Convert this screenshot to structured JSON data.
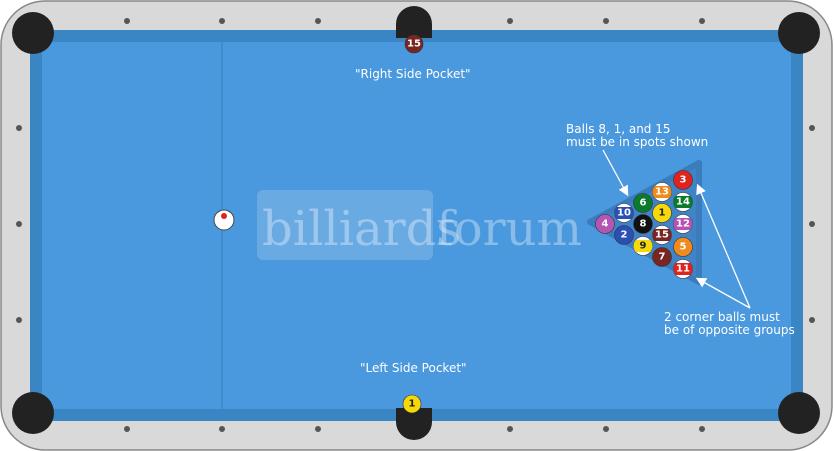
{
  "labels": {
    "right_side_pocket": "\"Right Side Pocket\"",
    "left_side_pocket": "\"Left Side Pocket\"",
    "spots_note_line1": "Balls 8, 1, and 15",
    "spots_note_line2": "must be in spots shown",
    "corner_note_line1": "2 corner balls must",
    "corner_note_line2": "be of opposite groups"
  },
  "watermark": {
    "part1": "billiards",
    "part2": "forum"
  },
  "colors": {
    "rail": "#d9d9d9",
    "cushion": "#3a86c4",
    "felt": "#4a98dd",
    "pocket": "#222222",
    "rack": "#3f84c7"
  },
  "rack_balls": [
    {
      "num": "3",
      "color": "#e0231e",
      "text": "#ffffff",
      "stripe": false
    },
    {
      "num": "13",
      "color": "#f08a1c",
      "text": "#ffffff",
      "stripe": true
    },
    {
      "num": "14",
      "color": "#0c7a2c",
      "text": "#ffffff",
      "stripe": true
    },
    {
      "num": "6",
      "color": "#0c7a2c",
      "text": "#ffffff",
      "stripe": false
    },
    {
      "num": "1",
      "color": "#f5d90a",
      "text": "#222222",
      "stripe": false
    },
    {
      "num": "12",
      "color": "#b455b4",
      "text": "#ffffff",
      "stripe": true
    },
    {
      "num": "10",
      "color": "#2a4fb5",
      "text": "#ffffff",
      "stripe": true
    },
    {
      "num": "8",
      "color": "#111111",
      "text": "#ffffff",
      "stripe": false
    },
    {
      "num": "15",
      "color": "#7a2620",
      "text": "#ffffff",
      "stripe": true
    },
    {
      "num": "5",
      "color": "#f08a1c",
      "text": "#ffffff",
      "stripe": false
    },
    {
      "num": "4",
      "color": "#b455b4",
      "text": "#ffffff",
      "stripe": false
    },
    {
      "num": "2",
      "color": "#2a4fb5",
      "text": "#ffffff",
      "stripe": false
    },
    {
      "num": "9",
      "color": "#f5d90a",
      "text": "#222222",
      "stripe": true
    },
    {
      "num": "7",
      "color": "#7a2620",
      "text": "#ffffff",
      "stripe": false
    },
    {
      "num": "11",
      "color": "#e0231e",
      "text": "#ffffff",
      "stripe": true
    }
  ],
  "pocket_balls": {
    "top": {
      "num": "15",
      "color": "#7a2620",
      "text": "#ffffff"
    },
    "bottom": {
      "num": "1",
      "color": "#f5d90a",
      "text": "#222222"
    }
  }
}
